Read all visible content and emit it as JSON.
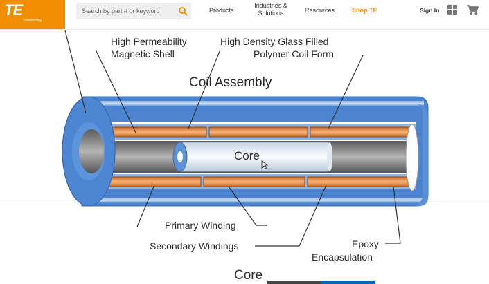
{
  "header": {
    "logo": {
      "mark": "TE",
      "tagline": "connectivity"
    },
    "search": {
      "placeholder": "Search by part # or keyword"
    },
    "nav": {
      "products": "Products",
      "industries_line1": "Industries &",
      "industries_line2": "Solutions",
      "resources": "Resources",
      "shop": "Shop TE"
    },
    "sign_in": "Sign In",
    "icons": {
      "search": "search-icon",
      "grid": "grid-icon",
      "cart": "cart-icon"
    },
    "colors": {
      "brand": "#f28d00"
    }
  },
  "diagram": {
    "title": "Coil Assembly",
    "labels": {
      "shell_line1": "High Permeability",
      "shell_line2": "Magnetic Shell",
      "form_line1": "High Density Glass Filled",
      "form_line2": "Polymer Coil Form",
      "core": "Core",
      "primary": "Primary Winding",
      "secondary": "Secondary Windings",
      "epoxy_line1": "Epoxy",
      "epoxy_line2": "Encapsulation"
    },
    "colors": {
      "shell": "#5b8fd4",
      "winding": "#e0843a",
      "core": "#e4ecf4"
    }
  },
  "bottom": {
    "caption": "Core"
  }
}
